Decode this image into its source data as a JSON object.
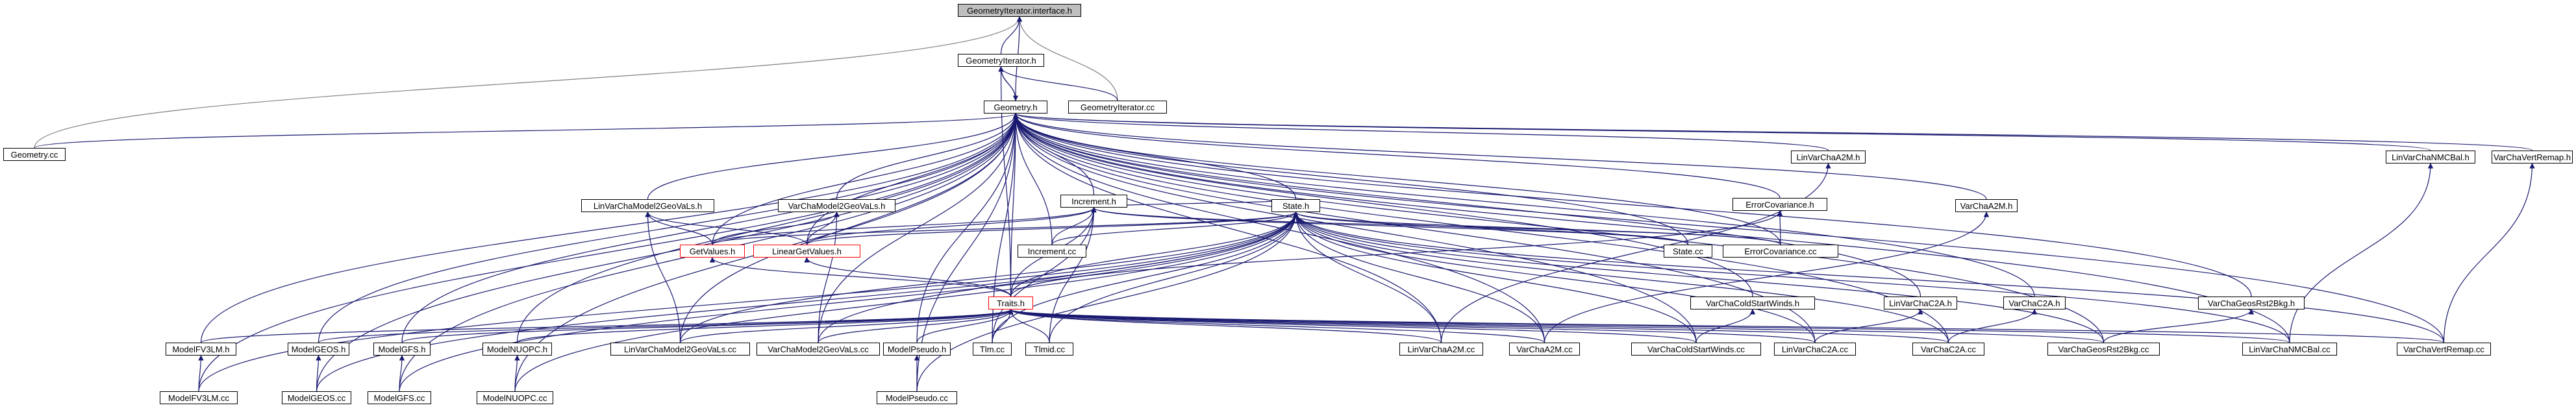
{
  "graph": {
    "colors": {
      "edge": "#191970",
      "edge_gray": "#808080",
      "border": "#000000",
      "border_red": "#ff0000",
      "root_fill": "#bfbfbf"
    },
    "nodes": [
      {
        "id": "GII",
        "label": "GeometryIterator.interface.h",
        "root": true
      },
      {
        "id": "GIh",
        "label": "GeometryIterator.h"
      },
      {
        "id": "GIcc",
        "label": "GeometryIterator.cc"
      },
      {
        "id": "Geo",
        "label": "Geometry.h"
      },
      {
        "id": "Geocc",
        "label": "Geometry.cc"
      },
      {
        "id": "Inc",
        "label": "Increment.h"
      },
      {
        "id": "St",
        "label": "State.h"
      },
      {
        "id": "LCM2G",
        "label": "LinVarChaModel2GeoVaLs.h"
      },
      {
        "id": "VCM2G",
        "label": "VarChaModel2GeoVaLs.h"
      },
      {
        "id": "GVh",
        "label": "GetValues.h",
        "red": true
      },
      {
        "id": "LGVh",
        "label": "LinearGetValues.h",
        "red": true
      },
      {
        "id": "Inccc",
        "label": "Increment.cc"
      },
      {
        "id": "Stcc",
        "label": "State.cc"
      },
      {
        "id": "ECh",
        "label": "ErrorCovariance.h"
      },
      {
        "id": "ECcc",
        "label": "ErrorCovariance.cc"
      },
      {
        "id": "LCA2M",
        "label": "LinVarChaA2M.h"
      },
      {
        "id": "VCA2M",
        "label": "VarChaA2M.h"
      },
      {
        "id": "LNMC",
        "label": "LinVarChaNMCBal.h"
      },
      {
        "id": "VCVR",
        "label": "VarChaVertRemap.h"
      },
      {
        "id": "Tr",
        "label": "Traits.h",
        "red": true
      },
      {
        "id": "VCCSWh",
        "label": "VarChaColdStartWinds.h"
      },
      {
        "id": "LC2Ah",
        "label": "LinVarChaC2A.h"
      },
      {
        "id": "VC2Ah",
        "label": "VarChaC2A.h"
      },
      {
        "id": "VCGR2h",
        "label": "VarChaGeosRst2Bkg.h"
      },
      {
        "id": "MFV3h",
        "label": "ModelFV3LM.h"
      },
      {
        "id": "MGEOSh",
        "label": "ModelGEOS.h"
      },
      {
        "id": "MGFSh",
        "label": "ModelGFS.h"
      },
      {
        "id": "MNUh",
        "label": "ModelNUOPC.h"
      },
      {
        "id": "LCM2Gcc",
        "label": "LinVarChaModel2GeoVaLs.cc"
      },
      {
        "id": "VCM2Gcc",
        "label": "VarChaModel2GeoVaLs.cc"
      },
      {
        "id": "MPh",
        "label": "ModelPseudo.h"
      },
      {
        "id": "Tlmcc",
        "label": "Tlm.cc"
      },
      {
        "id": "Tlmidcc",
        "label": "Tlmid.cc"
      },
      {
        "id": "LCA2Mcc",
        "label": "LinVarChaA2M.cc"
      },
      {
        "id": "VCA2Mcc",
        "label": "VarChaA2M.cc"
      },
      {
        "id": "VCCSWcc",
        "label": "VarChaColdStartWinds.cc"
      },
      {
        "id": "LC2Acc",
        "label": "LinVarChaC2A.cc"
      },
      {
        "id": "VC2Acc",
        "label": "VarChaC2A.cc"
      },
      {
        "id": "VCGR2cc",
        "label": "VarChaGeosRst2Bkg.cc"
      },
      {
        "id": "LNMCcc",
        "label": "LinVarChaNMCBal.cc"
      },
      {
        "id": "VCVRcc",
        "label": "VarChaVertRemap.cc"
      },
      {
        "id": "MFV3cc",
        "label": "ModelFV3LM.cc"
      },
      {
        "id": "MGEOScc",
        "label": "ModelGEOS.cc"
      },
      {
        "id": "MGFScc",
        "label": "ModelGFS.cc"
      },
      {
        "id": "MNUcc",
        "label": "ModelNUOPC.cc"
      },
      {
        "id": "MPcc",
        "label": "ModelPseudo.cc"
      }
    ],
    "edges": [
      [
        "GIh",
        "GII"
      ],
      [
        "GIcc",
        "GII"
      ],
      [
        "Geo",
        "GII"
      ],
      [
        "Geocc",
        "GII"
      ],
      [
        "Geo",
        "GIh"
      ],
      [
        "GIh",
        "Geo"
      ],
      [
        "GIcc",
        "GIh"
      ],
      [
        "Tr",
        "GIh"
      ],
      [
        "Geocc",
        "Geo"
      ],
      [
        "Inc",
        "Geo"
      ],
      [
        "St",
        "Geo"
      ],
      [
        "LCM2G",
        "Geo"
      ],
      [
        "VCM2G",
        "Geo"
      ],
      [
        "GVh",
        "Geo"
      ],
      [
        "LGVh",
        "Geo"
      ],
      [
        "Inccc",
        "Geo"
      ],
      [
        "Stcc",
        "Geo"
      ],
      [
        "ECh",
        "Geo"
      ],
      [
        "ECcc",
        "Geo"
      ],
      [
        "LCA2M",
        "Geo"
      ],
      [
        "VCA2M",
        "Geo"
      ],
      [
        "LNMC",
        "Geo"
      ],
      [
        "VCVR",
        "Geo"
      ],
      [
        "Tr",
        "Geo"
      ],
      [
        "VCCSWh",
        "Geo"
      ],
      [
        "LC2Ah",
        "Geo"
      ],
      [
        "VC2Ah",
        "Geo"
      ],
      [
        "VCGR2h",
        "Geo"
      ],
      [
        "MFV3h",
        "Geo"
      ],
      [
        "MGEOSh",
        "Geo"
      ],
      [
        "MGFSh",
        "Geo"
      ],
      [
        "MNUh",
        "Geo"
      ],
      [
        "LCM2Gcc",
        "Geo"
      ],
      [
        "VCM2Gcc",
        "Geo"
      ],
      [
        "MPh",
        "Geo"
      ],
      [
        "Tlmcc",
        "Geo"
      ],
      [
        "LCA2Mcc",
        "Geo"
      ],
      [
        "VCA2Mcc",
        "Geo"
      ],
      [
        "VCCSWcc",
        "Geo"
      ],
      [
        "LC2Acc",
        "Geo"
      ],
      [
        "VC2Acc",
        "Geo"
      ],
      [
        "VCGR2cc",
        "Geo"
      ],
      [
        "LNMCcc",
        "Geo"
      ],
      [
        "VCVRcc",
        "Geo"
      ],
      [
        "MFV3cc",
        "Geo"
      ],
      [
        "MGEOScc",
        "Geo"
      ],
      [
        "MGFScc",
        "Geo"
      ],
      [
        "MNUcc",
        "Geo"
      ],
      [
        "MPcc",
        "Geo"
      ],
      [
        "St",
        "Inc"
      ],
      [
        "GVh",
        "Inc"
      ],
      [
        "LGVh",
        "Inc"
      ],
      [
        "Inccc",
        "Inc"
      ],
      [
        "Stcc",
        "Inc"
      ],
      [
        "ECcc",
        "Inc"
      ],
      [
        "Tr",
        "Inc"
      ],
      [
        "Tlmcc",
        "Inc"
      ],
      [
        "Tlmidcc",
        "Inc"
      ],
      [
        "GVh",
        "St"
      ],
      [
        "LGVh",
        "St"
      ],
      [
        "Inccc",
        "St"
      ],
      [
        "Stcc",
        "St"
      ],
      [
        "ECcc",
        "St"
      ],
      [
        "Tr",
        "St"
      ],
      [
        "LCM2Gcc",
        "St"
      ],
      [
        "VCM2Gcc",
        "St"
      ],
      [
        "Tlmcc",
        "St"
      ],
      [
        "Tlmidcc",
        "St"
      ],
      [
        "LCA2Mcc",
        "St"
      ],
      [
        "VCA2Mcc",
        "St"
      ],
      [
        "VCCSWcc",
        "St"
      ],
      [
        "LC2Acc",
        "St"
      ],
      [
        "VC2Acc",
        "St"
      ],
      [
        "VCGR2cc",
        "St"
      ],
      [
        "LNMCcc",
        "St"
      ],
      [
        "VCVRcc",
        "St"
      ],
      [
        "MFV3cc",
        "St"
      ],
      [
        "MGEOScc",
        "St"
      ],
      [
        "MGFScc",
        "St"
      ],
      [
        "MNUcc",
        "St"
      ],
      [
        "MPcc",
        "St"
      ],
      [
        "GVh",
        "LCM2G"
      ],
      [
        "LGVh",
        "LCM2G"
      ],
      [
        "LCM2Gcc",
        "LCM2G"
      ],
      [
        "GVh",
        "VCM2G"
      ],
      [
        "LGVh",
        "VCM2G"
      ],
      [
        "VCM2Gcc",
        "VCM2G"
      ],
      [
        "Tr",
        "GVh"
      ],
      [
        "Tr",
        "LGVh"
      ],
      [
        "ECcc",
        "ECh"
      ],
      [
        "Tr",
        "ECh"
      ],
      [
        "LCA2Mcc",
        "LCA2M"
      ],
      [
        "VCA2Mcc",
        "VCA2M"
      ],
      [
        "LNMCcc",
        "LNMC"
      ],
      [
        "VCVRcc",
        "VCVR"
      ],
      [
        "VCCSWcc",
        "VCCSWh"
      ],
      [
        "LC2Acc",
        "LC2Ah"
      ],
      [
        "VC2Acc",
        "VC2Ah"
      ],
      [
        "VCGR2cc",
        "VCGR2h"
      ],
      [
        "MFV3h",
        "Tr"
      ],
      [
        "MGEOSh",
        "Tr"
      ],
      [
        "MGFSh",
        "Tr"
      ],
      [
        "MNUh",
        "Tr"
      ],
      [
        "LCM2Gcc",
        "Tr"
      ],
      [
        "VCM2Gcc",
        "Tr"
      ],
      [
        "MPh",
        "Tr"
      ],
      [
        "Tlmcc",
        "Tr"
      ],
      [
        "Tlmidcc",
        "Tr"
      ],
      [
        "LCA2Mcc",
        "Tr"
      ],
      [
        "VCA2Mcc",
        "Tr"
      ],
      [
        "VCCSWcc",
        "Tr"
      ],
      [
        "LC2Acc",
        "Tr"
      ],
      [
        "VC2Acc",
        "Tr"
      ],
      [
        "VCGR2cc",
        "Tr"
      ],
      [
        "LNMCcc",
        "Tr"
      ],
      [
        "VCVRcc",
        "Tr"
      ],
      [
        "MFV3cc",
        "MFV3h"
      ],
      [
        "MGEOScc",
        "MGEOSh"
      ],
      [
        "MGFScc",
        "MGFSh"
      ],
      [
        "MNUcc",
        "MNUh"
      ],
      [
        "MPcc",
        "MPh"
      ]
    ]
  }
}
